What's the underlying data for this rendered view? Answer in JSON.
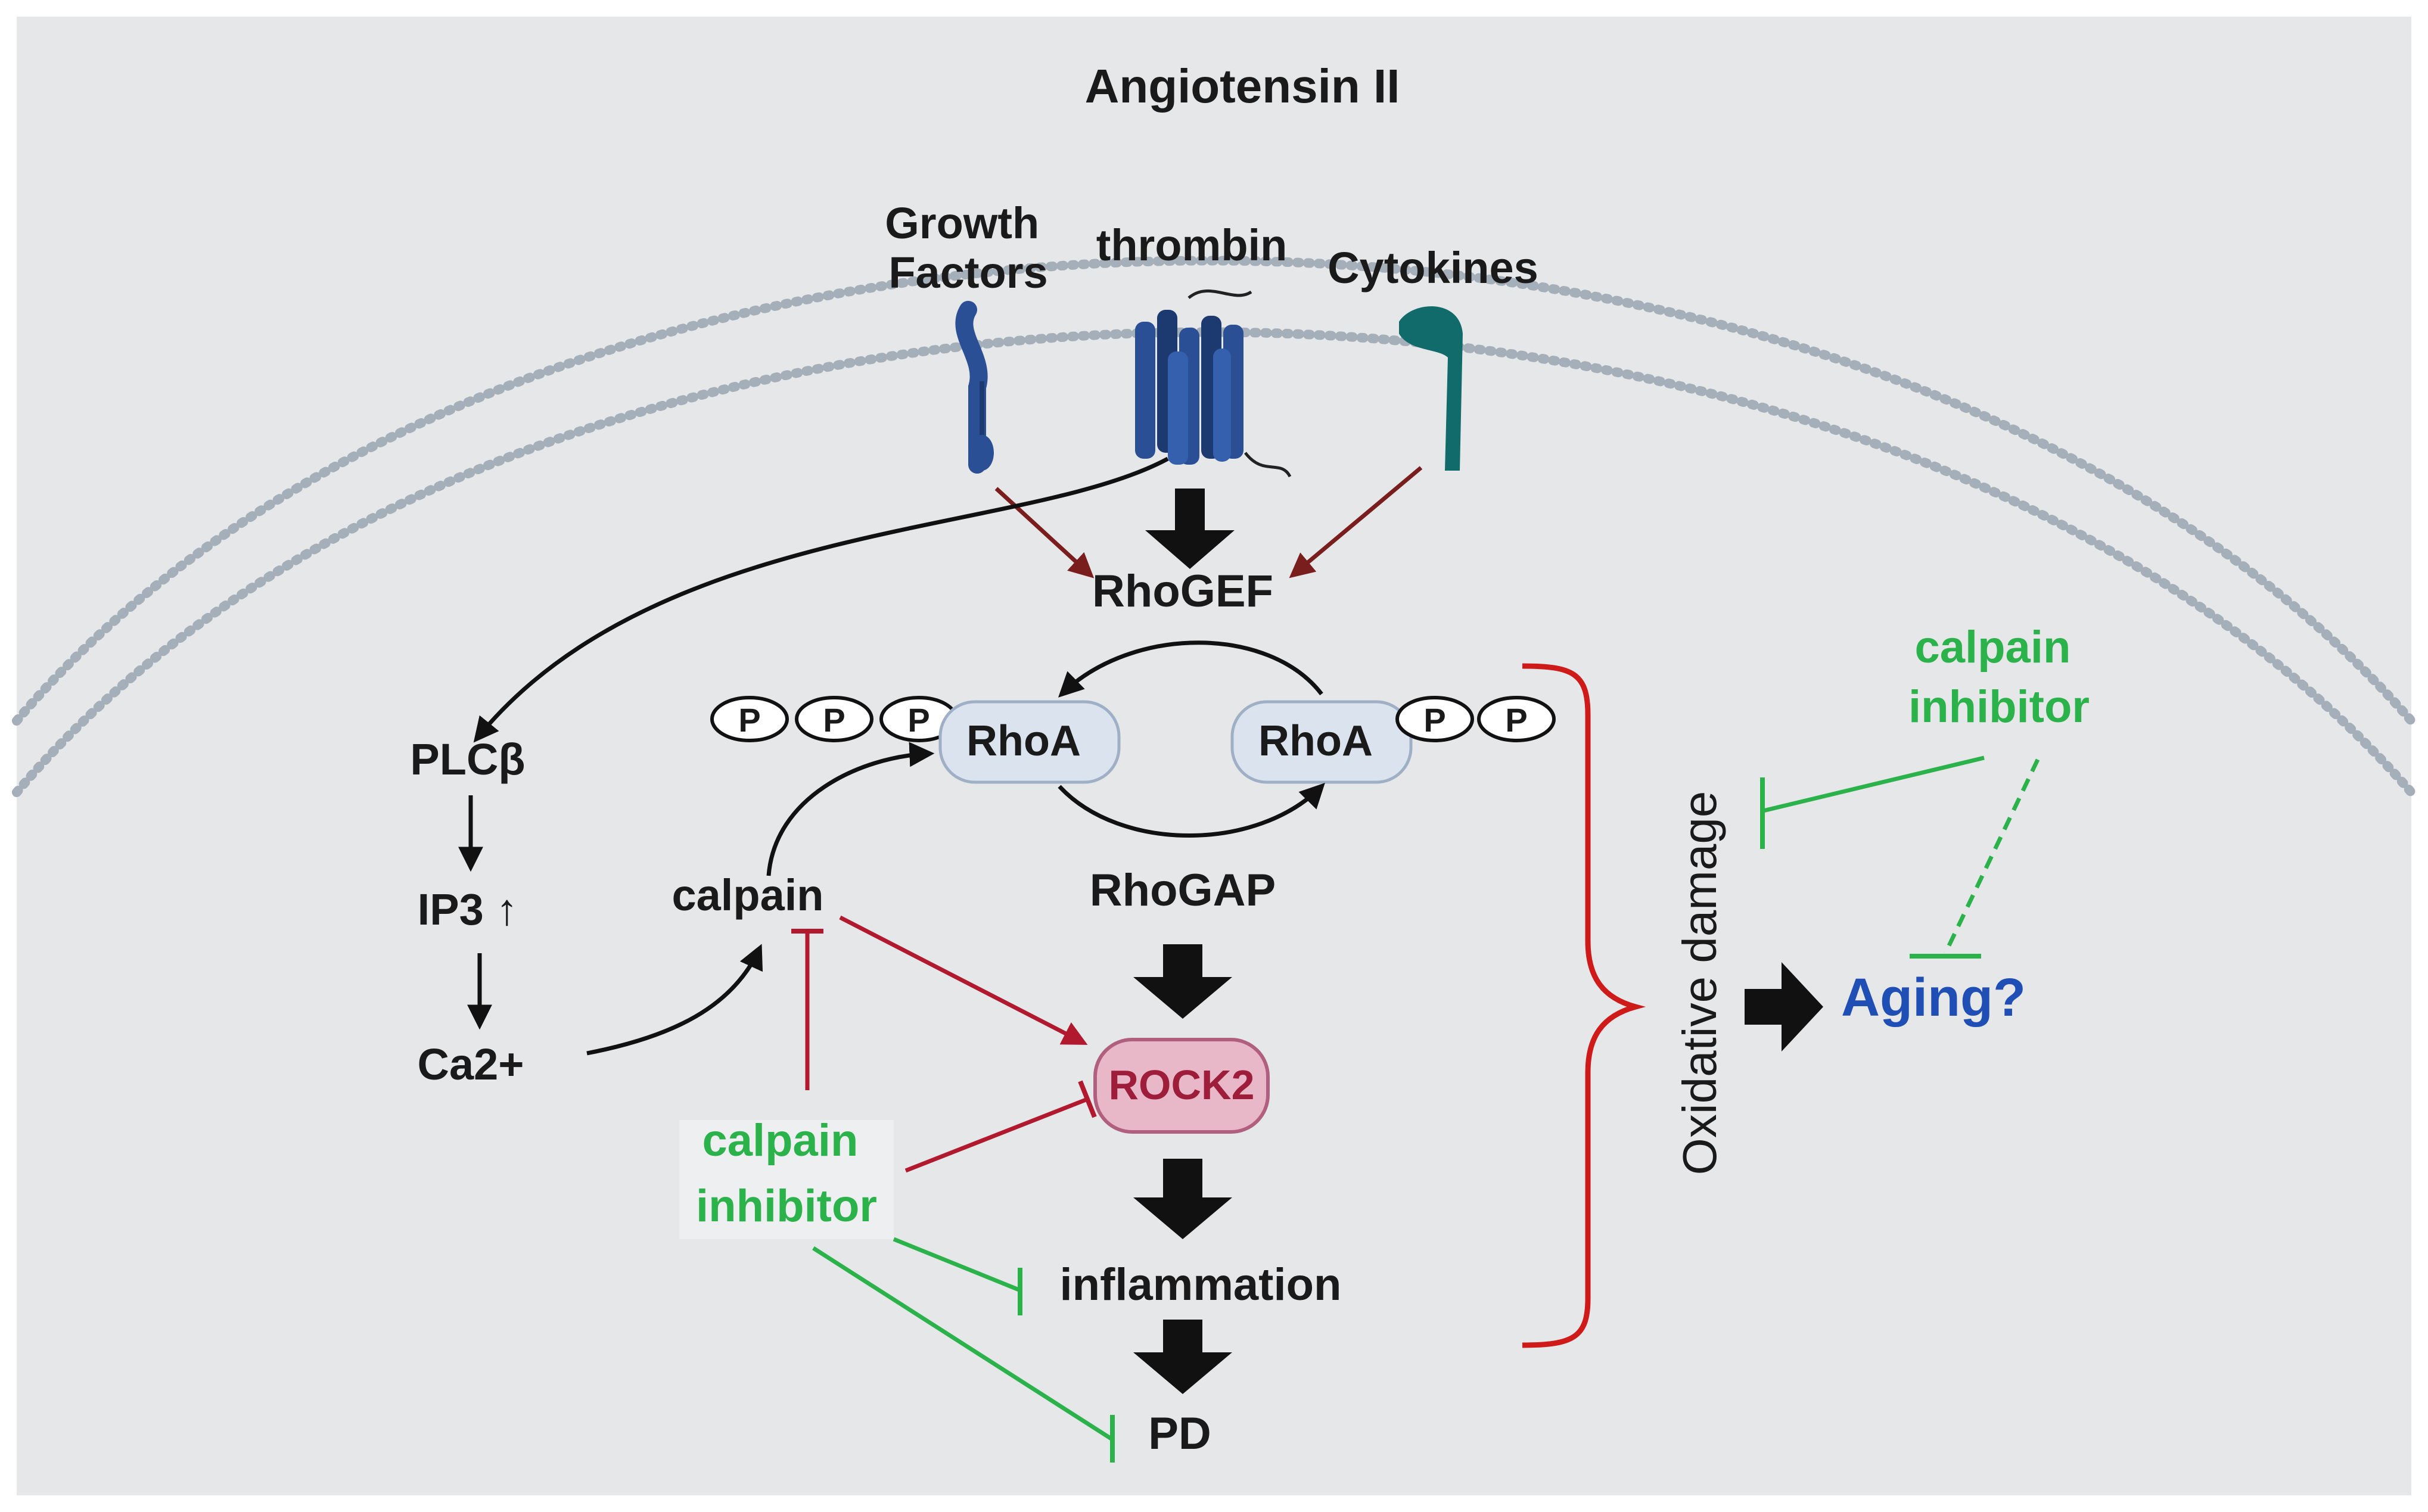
{
  "title": "Angiotensin II",
  "ligands": {
    "growth_factors": [
      "Growth",
      "Factors"
    ],
    "thrombin": "thrombin",
    "cytokines": "Cytokines"
  },
  "nodes": {
    "rhogef": "RhoGEF",
    "rhoa_left": "RhoA",
    "rhoa_right": "RhoA",
    "phosphate": "P",
    "rhogap": "RhoGAP",
    "rock2": "ROCK2",
    "inflammation": "inflammation",
    "pd": "PD",
    "plcb": "PLCβ",
    "ip3": "IP3 ↑",
    "ca2": "Ca2+",
    "calpain": "calpain"
  },
  "inhibitor_left": [
    "calpain",
    "inhibitor"
  ],
  "inhibitor_right": [
    "calpain",
    "inhibitor"
  ],
  "oxidative_damage": "Oxidative damage",
  "aging": "Aging?",
  "colors": {
    "background": "#e6e7e9",
    "membrane": "#a4afb9",
    "activation_arrow": "#7a1d1d",
    "red_inhibition": "#b0192e",
    "green_inhibition": "#2bb24a",
    "rock2_fill": "#e9b8c8",
    "rhoa_fill": "#dbe3ee",
    "receptor_blue": "#2a4f95",
    "receptor_teal": "#126b6b",
    "aging_blue": "#1f4fb5"
  }
}
